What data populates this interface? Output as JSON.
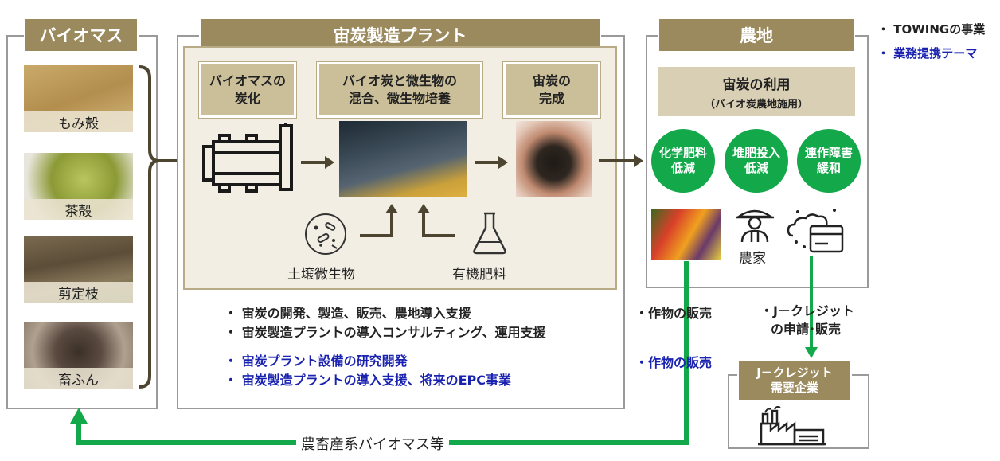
{
  "legend": {
    "item1": "・ TOWINGの事業",
    "item2": "・ 業務提携テーマ",
    "color_black": "#222222",
    "color_blue": "#1a23b0"
  },
  "biomass": {
    "title": "バイオマス",
    "items": [
      {
        "label": "もみ殻"
      },
      {
        "label": "茶殻"
      },
      {
        "label": "剪定枝"
      },
      {
        "label": "畜ふん"
      }
    ]
  },
  "plant": {
    "title": "宙炭製造プラント",
    "steps": [
      {
        "label": "バイオマスの\n炭化"
      },
      {
        "label": "バイオ炭と微生物の\n混合、微生物培養"
      },
      {
        "label": "宙炭の\n完成"
      }
    ],
    "inputs": {
      "microbes": "土壌微生物",
      "fertilizer": "有機肥料"
    },
    "bullets_black": [
      "・ 宙炭の開発、製造、販売、農地導入支援",
      "・ 宙炭製造プラントの導入コンサルティング、運用支援"
    ],
    "bullets_blue": [
      "・ 宙炭プラント設備の研究開発",
      "・ 宙炭製造プラントの導入支援、将来のEPC事業"
    ]
  },
  "farmland": {
    "title": "農地",
    "usage_title": "宙炭の利用",
    "usage_sub": "（バイオ炭農地施用）",
    "benefits": [
      {
        "label": "化学肥料\n低減"
      },
      {
        "label": "堆肥投入\n低減"
      },
      {
        "label": "連作障害\n緩和"
      }
    ],
    "farmer_label": "農家"
  },
  "flows": {
    "crop_sales_black": "・作物の販売",
    "crop_sales_blue": "・作物の販売",
    "jcredit_apply_line1": "・J－クレジット",
    "jcredit_apply_line2": "の申請･販売",
    "return_label": "農畜産系バイオマス等",
    "green": "#13a84a"
  },
  "jcredit": {
    "title": "J－クレジット\n需要企業"
  },
  "colors": {
    "header_bg": "#9b8a5e",
    "step_bg": "#cbbf9a",
    "inner_bg": "#f2eee3",
    "arrow": "#4d4530"
  }
}
